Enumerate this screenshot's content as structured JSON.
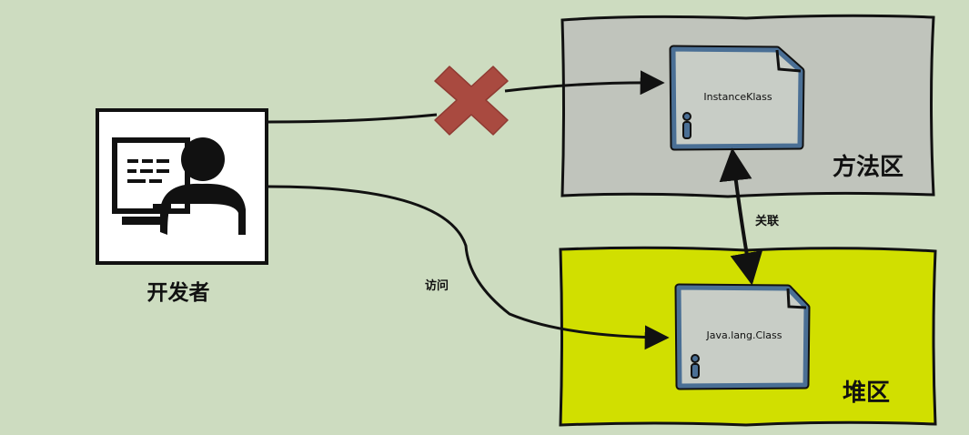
{
  "developer": {
    "label": "开发者",
    "icon": "developer-at-computer-icon"
  },
  "method_area": {
    "label": "方法区",
    "color": "#c0c4bc"
  },
  "heap": {
    "label": "堆区",
    "color": "#d1df00"
  },
  "instance_klass": {
    "label": "InstanceKlass",
    "icon": "document-info-icon"
  },
  "java_class": {
    "label": "Java.lang.Class",
    "icon": "document-info-icon"
  },
  "edges": {
    "access": {
      "label": "访问"
    },
    "association": {
      "label": "关联"
    },
    "blocked": {
      "icon": "red-cross-icon",
      "color": "#a94a40"
    }
  },
  "colors": {
    "background": "#cddcc0",
    "ink": "#111111",
    "doc_border": "#4a6f95",
    "doc_fill": "#c8cdc6"
  }
}
